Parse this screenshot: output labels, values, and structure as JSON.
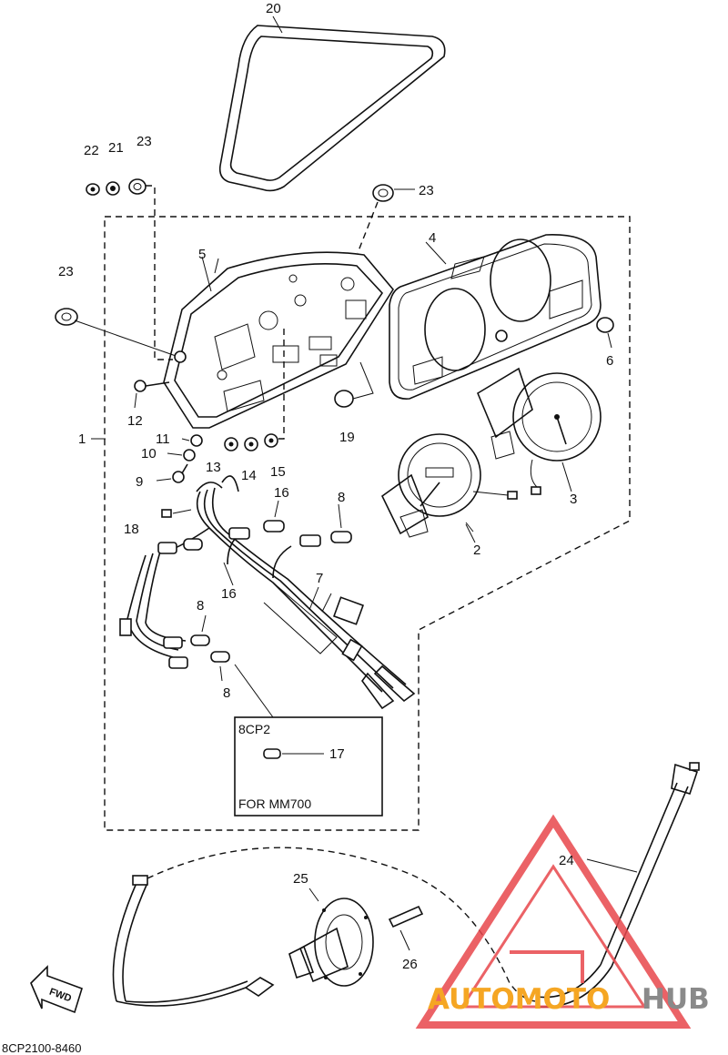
{
  "diagram": {
    "catalog_code": "8CP2100-8460",
    "fwd_arrow_label": "FWD",
    "inset_box": {
      "title": "8CP2",
      "part_label": "17",
      "note": "FOR MM700"
    },
    "callouts": [
      {
        "id": "n20",
        "text": "20"
      },
      {
        "id": "n22",
        "text": "22"
      },
      {
        "id": "n21",
        "text": "21"
      },
      {
        "id": "n23a",
        "text": "23"
      },
      {
        "id": "n23b",
        "text": "23"
      },
      {
        "id": "n23c",
        "text": "23"
      },
      {
        "id": "n5",
        "text": "5"
      },
      {
        "id": "n4",
        "text": "4"
      },
      {
        "id": "n6",
        "text": "6"
      },
      {
        "id": "n12",
        "text": "12"
      },
      {
        "id": "n19",
        "text": "19"
      },
      {
        "id": "n3",
        "text": "3"
      },
      {
        "id": "n1",
        "text": "1"
      },
      {
        "id": "n11",
        "text": "11"
      },
      {
        "id": "n10",
        "text": "10"
      },
      {
        "id": "n13",
        "text": "13"
      },
      {
        "id": "n14",
        "text": "14"
      },
      {
        "id": "n15",
        "text": "15"
      },
      {
        "id": "n9",
        "text": "9"
      },
      {
        "id": "n16a",
        "text": "16"
      },
      {
        "id": "n8a",
        "text": "8"
      },
      {
        "id": "n18",
        "text": "18"
      },
      {
        "id": "n2",
        "text": "2"
      },
      {
        "id": "n16b",
        "text": "16"
      },
      {
        "id": "n7",
        "text": "7"
      },
      {
        "id": "n8b",
        "text": "8"
      },
      {
        "id": "n8c",
        "text": "8"
      },
      {
        "id": "n24",
        "text": "24"
      },
      {
        "id": "n25",
        "text": "25"
      },
      {
        "id": "n26",
        "text": "26"
      }
    ]
  },
  "watermark": {
    "text_part1": "AUTOMOTO",
    "text_part2": "HUB",
    "color_orange": "#f5a623",
    "color_gray": "#8a8a8a",
    "logo_color": "#e8474c"
  }
}
